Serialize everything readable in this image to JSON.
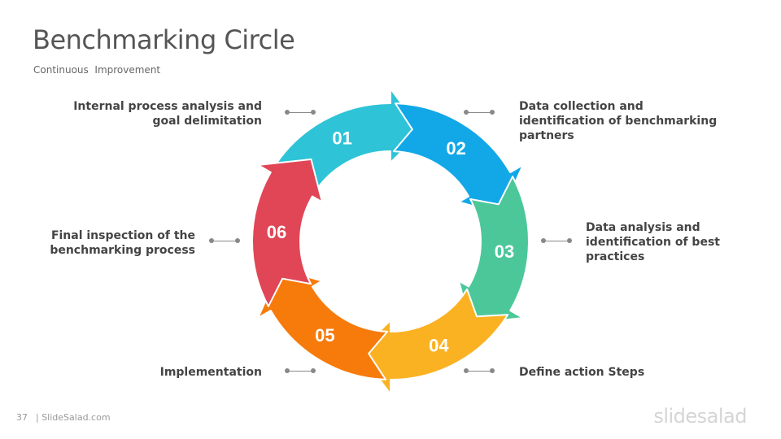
{
  "header": {
    "title": "Benchmarking Circle",
    "subtitle": "Continuous  Improvement"
  },
  "steps": [
    {
      "number": "01",
      "label": "Internal process analysis and goal delimitation",
      "color": "#2EC3D6"
    },
    {
      "number": "02",
      "label": "Data collection and identification of benchmarking partners",
      "color": "#12A8E8"
    },
    {
      "number": "03",
      "label": "Data analysis and identification of best practices",
      "color": "#4CC79A"
    },
    {
      "number": "04",
      "label": "Define action Steps",
      "color": "#FAB222"
    },
    {
      "number": "05",
      "label": "Implementation",
      "color": "#F67B0A"
    },
    {
      "number": "06",
      "label": "Final inspection of the benchmarking process",
      "color": "#E04656"
    }
  ],
  "footer": {
    "page_number": "37",
    "source": "| SlideSalad.com",
    "logo": "slidesalad"
  }
}
